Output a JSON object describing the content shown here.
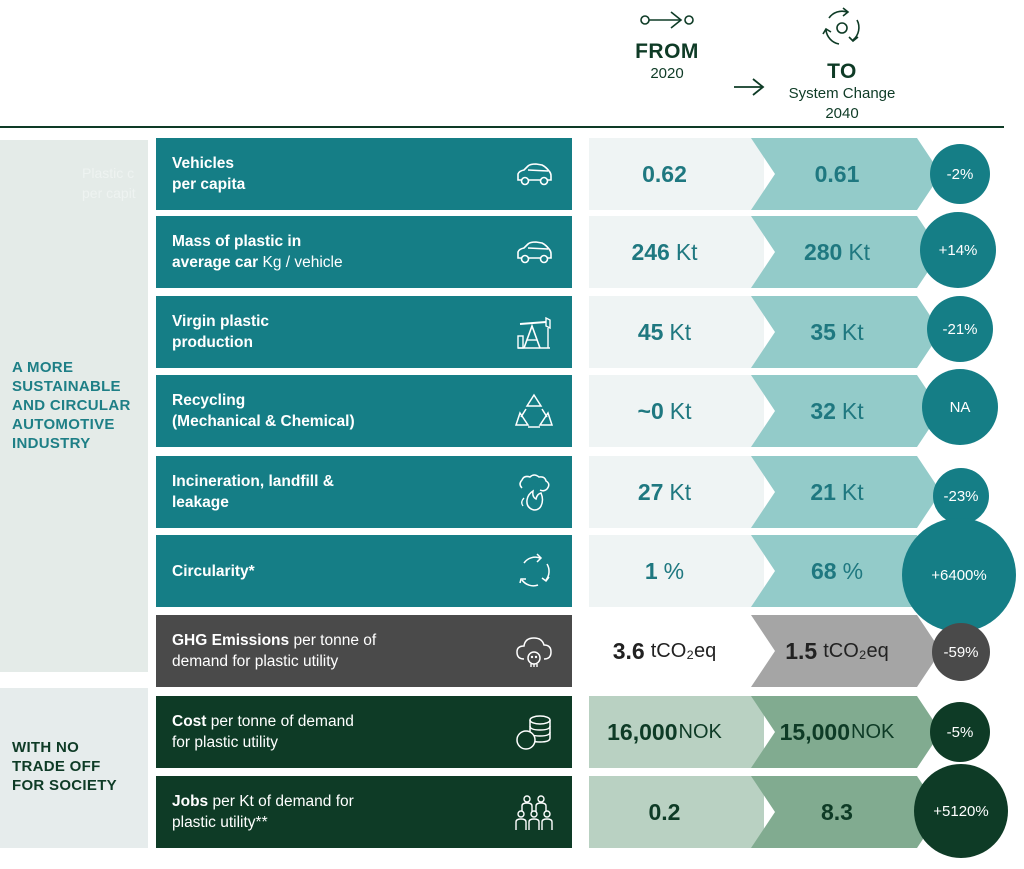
{
  "header": {
    "from_title": "FROM",
    "from_year": "2020",
    "to_title": "TO",
    "to_subtitle": "System Change",
    "to_year": "2040"
  },
  "groups": [
    {
      "label_lines": [
        "A MORE",
        "SUSTAINABLE",
        "AND CIRCULAR",
        "AUTOMOTIVE",
        "INDUSTRY"
      ],
      "color": "#1e7f86"
    },
    {
      "label_lines": [
        "WITH NO",
        "TRADE OFF",
        "FOR SOCIETY"
      ],
      "color": "#0e3b26"
    }
  ],
  "ghost_text": [
    "Plastic c",
    "per capit"
  ],
  "rows": [
    {
      "label_bold_1": "Vehicles",
      "label_bold_2": "per capita",
      "label_thin_2": "",
      "icon": "car-icon",
      "from_value": "0.62",
      "from_unit": "",
      "to_value": "0.61",
      "to_unit": "",
      "change": "-2%",
      "change_pct": -2
    },
    {
      "label_bold_1": "Mass of plastic in",
      "label_bold_2": "average car",
      "label_thin_2": "Kg / vehicle",
      "icon": "car-icon",
      "from_value": "246",
      "from_unit": "Kt",
      "to_value": "280",
      "to_unit": "Kt",
      "change": "+14%",
      "change_pct": 14
    },
    {
      "label_bold_1": "Virgin plastic",
      "label_bold_2": "production",
      "label_thin_2": "",
      "icon": "oil-pump-icon",
      "from_value": "45",
      "from_unit": "Kt",
      "to_value": "35",
      "to_unit": "Kt",
      "change": "-21%",
      "change_pct": -21
    },
    {
      "label_bold_1": "Recycling",
      "label_bold_2": "(Mechanical & Chemical)",
      "label_thin_2": "",
      "icon": "recycle-icon",
      "from_value": "~0",
      "from_unit": "Kt",
      "to_value": "32",
      "to_unit": "Kt",
      "change": "NA",
      "change_pct": null
    },
    {
      "label_bold_1": "Incineration, landfill &",
      "label_bold_2": "leakage",
      "label_thin_2": "",
      "icon": "fire-smoke-icon",
      "from_value": "27",
      "from_unit": "Kt",
      "to_value": "21",
      "to_unit": "Kt",
      "change": "-23%",
      "change_pct": -23
    },
    {
      "label_bold_1": "Circularity*",
      "label_bold_2": "",
      "label_thin_2": "",
      "icon": "circular-arrows-icon",
      "from_value": "1",
      "from_unit": "%",
      "to_value": "68",
      "to_unit": "%",
      "change": "+6400%",
      "change_pct": 6400
    },
    {
      "label_bold_1": "GHG Emissions",
      "label_thin_1": "per tonne of",
      "label_bold_2": "",
      "label_thin_2": "demand for plastic utility",
      "icon": "cloud-skull-icon",
      "from_value": "3.6",
      "from_unit": "tCO₂eq",
      "to_value": "1.5",
      "to_unit": "tCO₂eq",
      "change": "-59%",
      "change_pct": -59
    },
    {
      "label_bold_1": "Cost",
      "label_thin_1": "per tonne of demand",
      "label_bold_2": "",
      "label_thin_2": "for plastic utility",
      "icon": "coins-icon",
      "from_value": "16,000",
      "from_unit": "NOK",
      "to_value": "15,000",
      "to_unit": "NOK",
      "change": "-5%",
      "change_pct": -5
    },
    {
      "label_bold_1": "Jobs",
      "label_thin_1": "per Kt of demand for",
      "label_bold_2": "",
      "label_thin_2": "plastic utility**",
      "icon": "people-group-icon",
      "from_value": "0.2",
      "from_unit": "",
      "to_value": "8.3",
      "to_unit": "",
      "change": "+5120%",
      "change_pct": 5120
    }
  ],
  "colors": {
    "teal": "#157e86",
    "teal_light": "#93cbc9",
    "grey": "#4a4a4a",
    "dark_green": "#0e3b26",
    "green_light": "#b9d1c2"
  }
}
